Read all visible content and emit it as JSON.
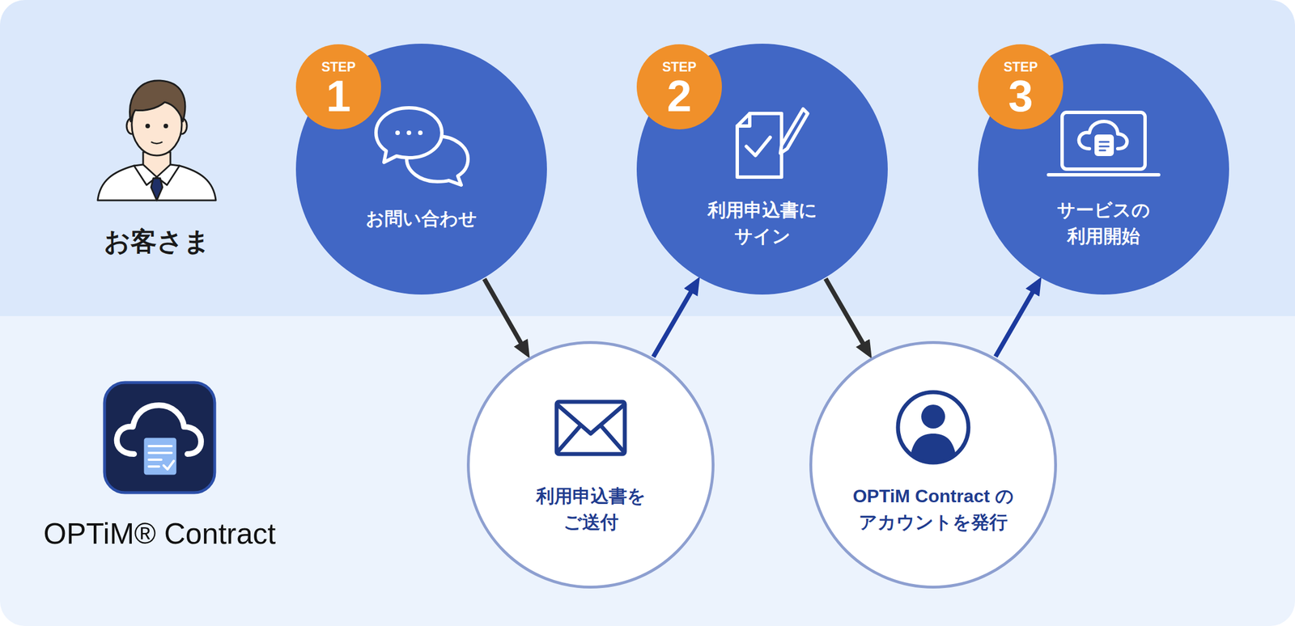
{
  "diagram": {
    "nodes": [
      {
        "text": [
          "お客さま"
        ]
      },
      {
        "text": [
          "お問い合わせ"
        ],
        "in": 0
      },
      {
        "text": [
          "STEP",
          "1"
        ],
        "in": 1
      },
      {
        "text": [
          "利用申込書に サイン"
        ],
        "in": 0
      },
      {
        "text": [
          "STEP",
          "2"
        ],
        "in": 3
      },
      {
        "text": [
          "サービスの 利用開始"
        ],
        "in": 0
      },
      {
        "text": [
          "STEP",
          "3"
        ],
        "in": 5
      },
      {
        "text": [
          "OPTiM® Contract"
        ]
      },
      {
        "text": [
          "利用申込書を ご送付"
        ],
        "in": 7
      },
      {
        "text": [
          "OPTiM Contract のアカウントを発行"
        ],
        "in": 7
      }
    ],
    "edges": [
      {
        "from": 1,
        "to": 8,
        "arrow": "to"
      },
      {
        "from": 8,
        "to": 3,
        "arrow": "to"
      },
      {
        "from": 3,
        "to": 9,
        "arrow": "to"
      },
      {
        "from": 9,
        "to": 5,
        "arrow": "to"
      }
    ]
  }
}
